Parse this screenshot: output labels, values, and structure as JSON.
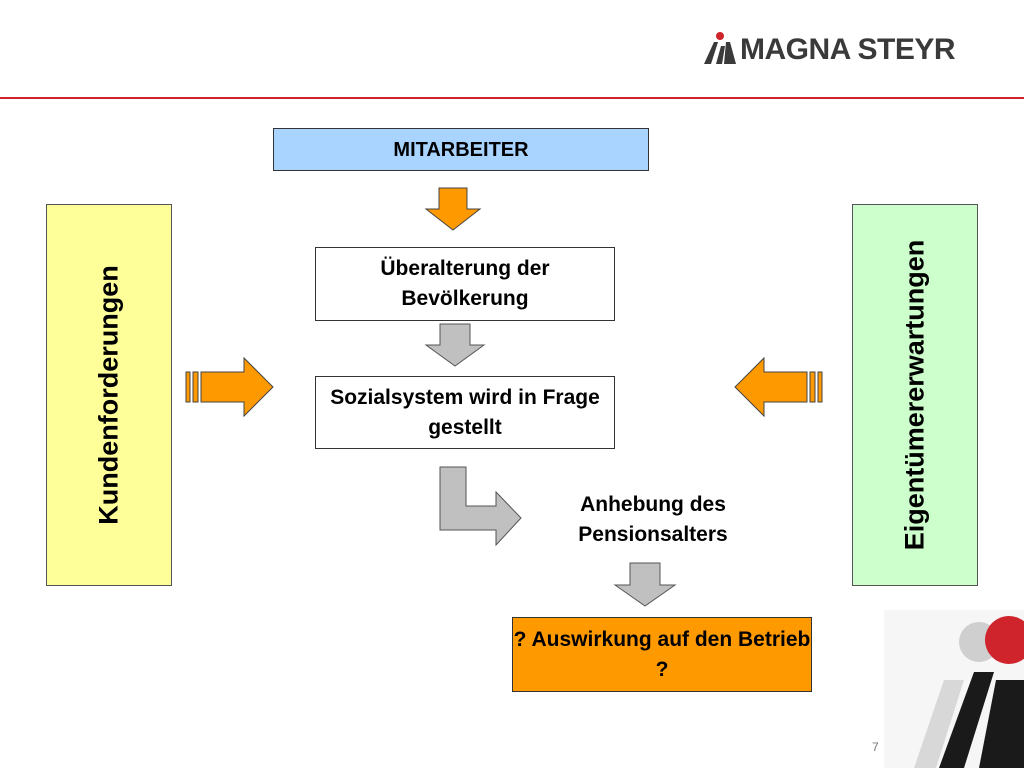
{
  "header": {
    "logo_text": "MAGNA STEYR"
  },
  "diagram": {
    "top_box": "MITARBEITER",
    "step1": "Überalterung der Bevölkerung",
    "step2": "Sozialsystem wird in Frage gestellt",
    "step3": "Anhebung des Pensionsalters",
    "step4": "? Auswirkung auf den Betrieb ?",
    "left_side": "Kundenforderungen",
    "right_side": "Eigentümererwartungen"
  },
  "footer": {
    "page_number": "7"
  },
  "colors": {
    "accent_red": "#d0242d",
    "top_box": "#a8d4ff",
    "left_box": "#ffff99",
    "right_box": "#ccffcc",
    "result_box": "#ff9900",
    "arrow_orange": "#ff9900",
    "arrow_gray": "#c0c0c0"
  }
}
